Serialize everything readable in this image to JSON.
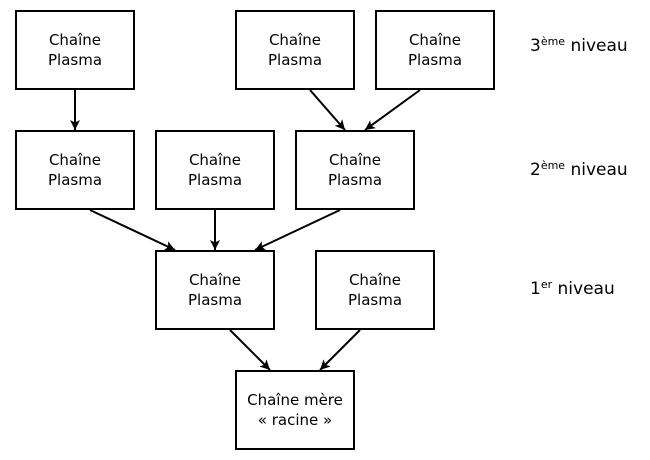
{
  "nodes": [
    {
      "id": "l3a",
      "line1": "Chaîne",
      "line2": "Plasma"
    },
    {
      "id": "l3b",
      "line1": "Chaîne",
      "line2": "Plasma"
    },
    {
      "id": "l3c",
      "line1": "Chaîne",
      "line2": "Plasma"
    },
    {
      "id": "l2a",
      "line1": "Chaîne",
      "line2": "Plasma"
    },
    {
      "id": "l2b",
      "line1": "Chaîne",
      "line2": "Plasma"
    },
    {
      "id": "l2c",
      "line1": "Chaîne",
      "line2": "Plasma"
    },
    {
      "id": "l1a",
      "line1": "Chaîne",
      "line2": "Plasma"
    },
    {
      "id": "l1b",
      "line1": "Chaîne",
      "line2": "Plasma"
    },
    {
      "id": "root",
      "line1": "Chaîne mère",
      "line2": "« racine »"
    }
  ],
  "edges": [
    {
      "from": "l3a",
      "to": "l2a"
    },
    {
      "from": "l3b",
      "to": "l2c"
    },
    {
      "from": "l3c",
      "to": "l2c"
    },
    {
      "from": "l2a",
      "to": "l1a"
    },
    {
      "from": "l2b",
      "to": "l1a"
    },
    {
      "from": "l2c",
      "to": "l1a"
    },
    {
      "from": "l1a",
      "to": "root"
    },
    {
      "from": "l1b",
      "to": "root"
    }
  ],
  "levels": [
    {
      "num": "3",
      "sup": "ème",
      "text": " niveau"
    },
    {
      "num": "2",
      "sup": "ème",
      "text": " niveau"
    },
    {
      "num": "1",
      "sup": "er",
      "text": " niveau"
    }
  ]
}
